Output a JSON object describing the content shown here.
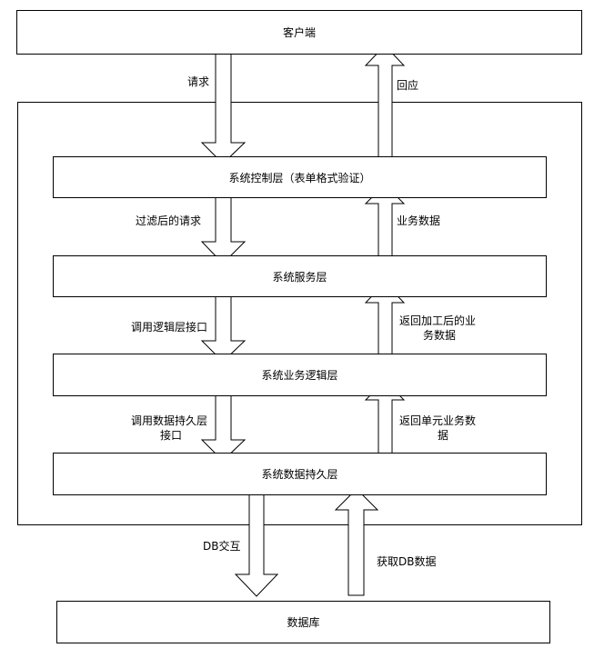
{
  "nodes": {
    "client": "客户端",
    "controller": "系统控制层（表单格式验证）",
    "service": "系统服务层",
    "logic": "系统业务逻辑层",
    "persistence": "系统数据持久层",
    "database": "数据库"
  },
  "edges": {
    "request": "请求",
    "response": "回应",
    "filtered_request": "过滤后的请求",
    "business_data": "业务数据",
    "call_logic_line1": "调用逻辑层接口",
    "processed_data_line1": "返回加工后的业",
    "processed_data_line2": "务数据",
    "call_persistence_line1": "调用数据持久层",
    "call_persistence_line2": "接口",
    "unit_data_line1": "返回单元业务数",
    "unit_data_line2": "据",
    "db_interaction": "DB交互",
    "fetch_db_data": "获取DB数据"
  }
}
